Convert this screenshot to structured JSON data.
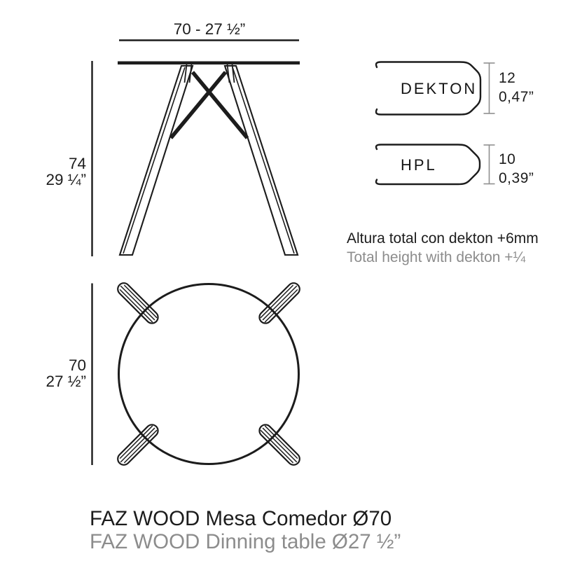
{
  "colors": {
    "ink": "#1c1c1c",
    "muted": "#8c8c8c"
  },
  "side_view": {
    "width_label": "70 - 27 ½”",
    "height_cm": "74",
    "height_in": "29 ¼”"
  },
  "materials": {
    "dekton": {
      "label": "DEKTON",
      "thickness_mm": "12",
      "thickness_in": "0,47”"
    },
    "hpl": {
      "label": "HPL",
      "thickness_mm": "10",
      "thickness_in": "0,39”"
    }
  },
  "note": {
    "es": "Altura total con dekton +6mm",
    "en": "Total height with dekton +¼"
  },
  "top_view": {
    "diameter_cm": "70",
    "diameter_in": "27 ½”"
  },
  "title": {
    "es": "FAZ WOOD Mesa Comedor Ø70",
    "en": "FAZ WOOD Dinning table Ø27 ½”"
  }
}
